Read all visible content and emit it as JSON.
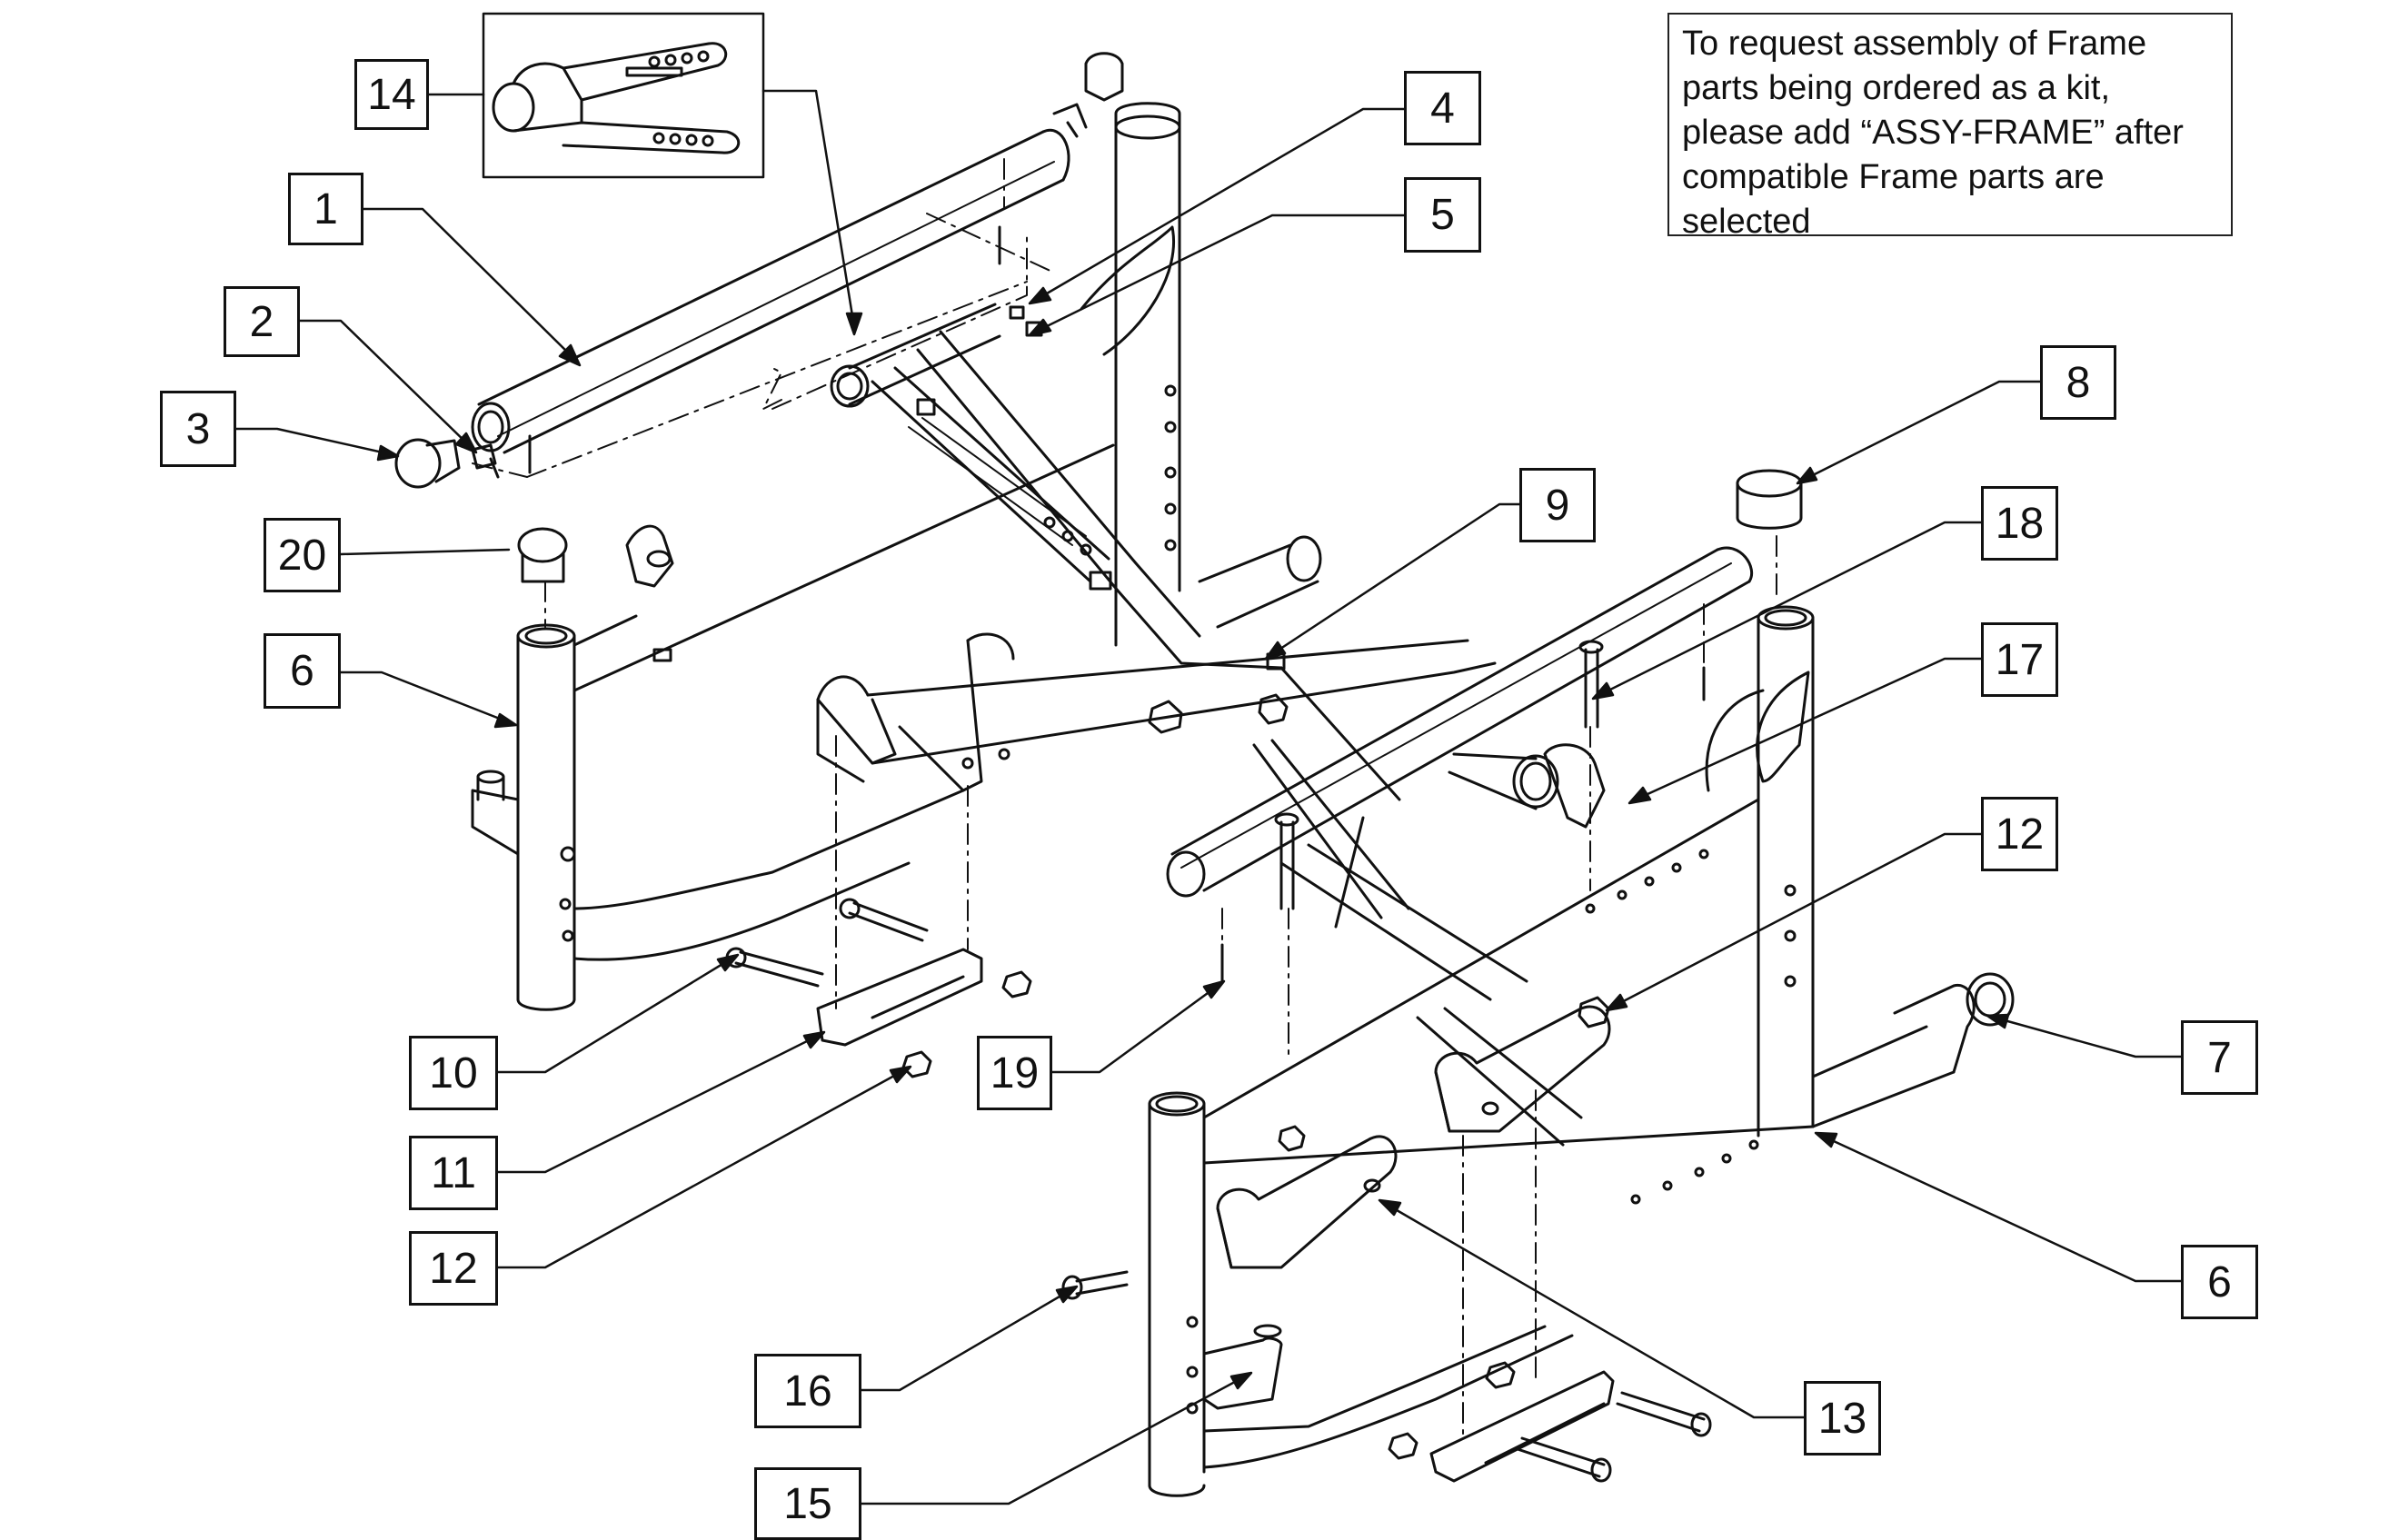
{
  "note": {
    "lines": [
      "To request assembly of Frame",
      "parts being ordered as a kit,",
      "please add “ASSY-FRAME” after",
      "compatible Frame parts are",
      "selected"
    ]
  },
  "callouts": [
    "14",
    "1",
    "2",
    "3",
    "20",
    "6",
    "4",
    "5",
    "8",
    "9",
    "18",
    "17",
    "12",
    "7",
    "6",
    "10",
    "11",
    "12",
    "19",
    "13",
    "16",
    "15"
  ]
}
